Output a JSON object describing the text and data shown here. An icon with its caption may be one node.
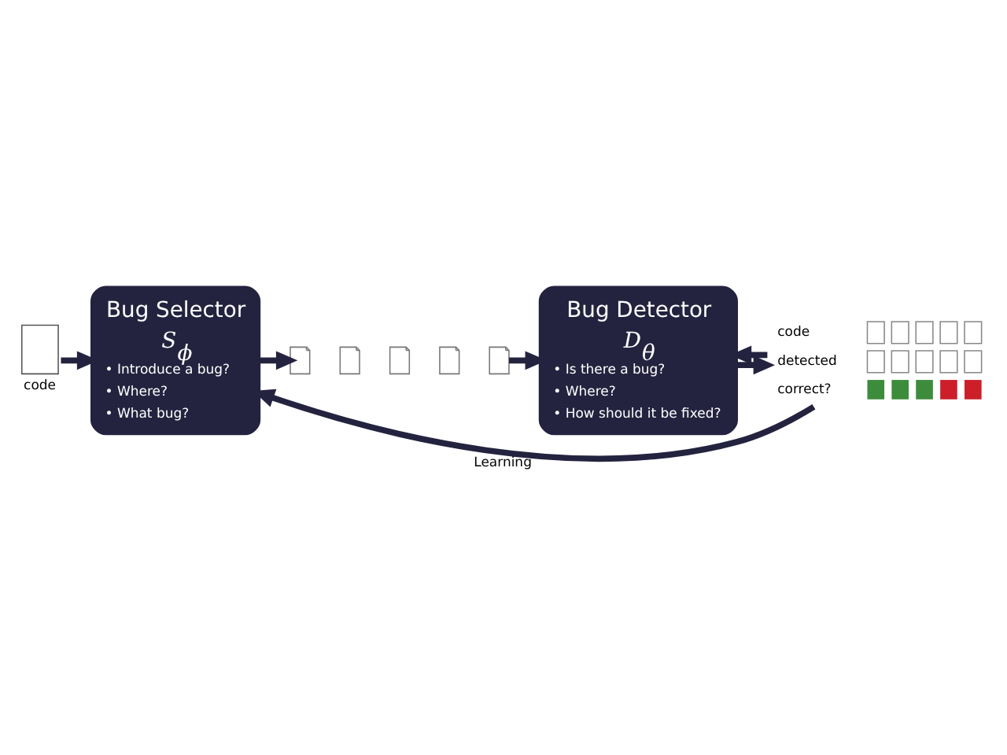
{
  "diagram": {
    "nodes": [
      {
        "text": [
          "code"
        ]
      },
      {
        "text": [
          "Bug Selector",
          "S$_{ϕ}$",
          "• Introduce a bug?",
          "• Where?",
          "• What bug?"
        ]
      },
      {
        "text": [],
        "shape": "note"
      },
      {
        "text": [],
        "shape": "note"
      },
      {
        "text": [],
        "shape": "note"
      },
      {
        "text": [],
        "shape": "note"
      },
      {
        "text": [],
        "shape": "note"
      },
      {
        "text": [
          "Bug Detector",
          "D$_{θ}$",
          "• Is there a bug?",
          "• Where?",
          "• How should it be fixed?"
        ]
      },
      {
        "text": [
          "code",
          "detected",
          "correct?"
        ]
      }
    ],
    "edges": [
      {
        "from": 0,
        "to": 1,
        "arrow": "to"
      },
      {
        "from": 1,
        "to": 2,
        "arrow": "to"
      },
      {
        "from": 6,
        "to": 7,
        "arrow": "to"
      },
      {
        "from": 7,
        "to": 8,
        "arrow": "to"
      },
      {
        "from": 8,
        "to": 1,
        "arrow": "to",
        "label": "Learning"
      },
      {
        "from": 8,
        "to": 7,
        "arrow": "to"
      }
    ]
  }
}
